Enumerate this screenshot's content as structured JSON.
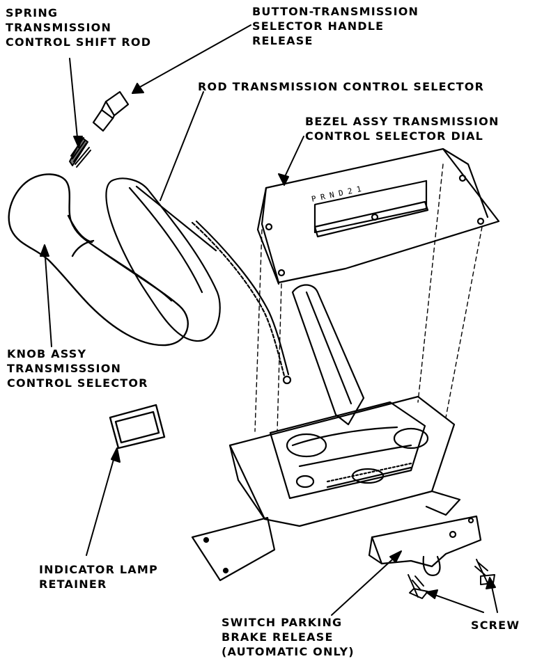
{
  "labels": {
    "spring": [
      "SPRING",
      "TRANSMISSION",
      "CONTROL SHIFT ROD"
    ],
    "button": [
      "BUTTON-TRANSMISSION",
      "SELECTOR HANDLE",
      "RELEASE"
    ],
    "rod": [
      "ROD TRANSMISSION CONTROL SELECTOR"
    ],
    "bezel": [
      "BEZEL ASSY TRANSMISSION",
      "CONTROL SELECTOR DIAL"
    ],
    "knob": [
      "KNOB ASSY",
      "TRANSMISSSION",
      "CONTROL SELECTOR"
    ],
    "lamp": [
      "INDICATOR LAMP",
      "RETAINER"
    ],
    "switch": [
      "SWITCH PARKING",
      "BRAKE RELEASE",
      "(AUTOMATIC ONLY)"
    ],
    "screw": [
      "SCREW"
    ]
  },
  "dial_markings": "P R N D 2 1"
}
